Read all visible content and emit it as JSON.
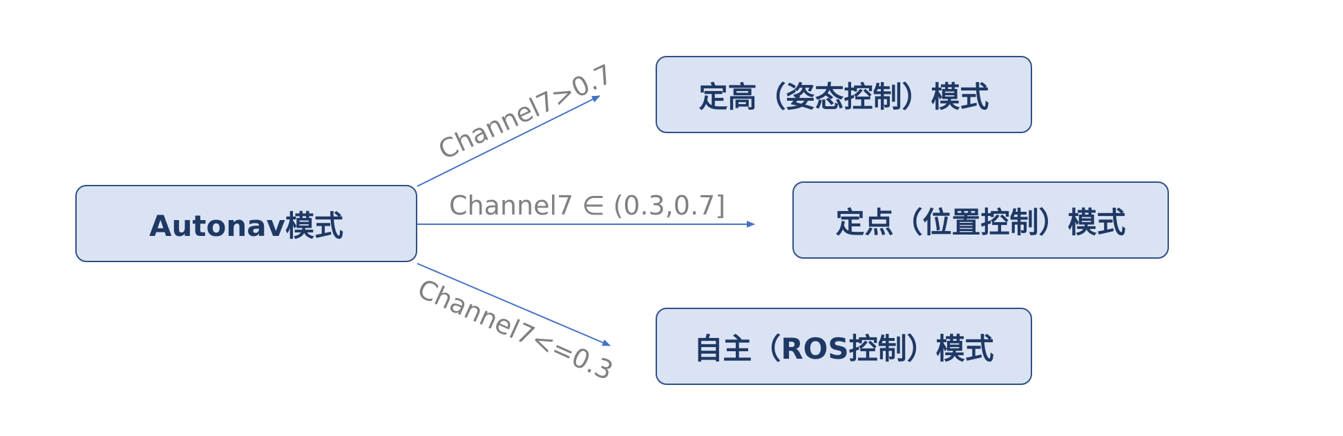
{
  "diagram": {
    "source": {
      "label": "Autonav模式"
    },
    "targets": [
      {
        "label": "定高（姿态控制）模式",
        "condition": "Channel7>0.7"
      },
      {
        "label": "定点（位置控制）模式",
        "condition": "Channel7 ∈ (0.3,0.7]"
      },
      {
        "label": "自主（ROS控制）模式",
        "condition": "Channel7<=0.3"
      }
    ],
    "colors": {
      "node_fill": "#dae3f3",
      "node_border": "#2f4f86",
      "node_text": "#1f3864",
      "arrow": "#4472c4",
      "label_text": "#808080"
    }
  }
}
